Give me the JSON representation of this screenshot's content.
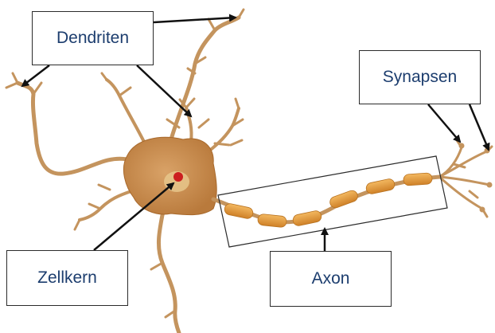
{
  "labels": {
    "dendriten": "Dendriten",
    "synapsen": "Synapsen",
    "zellkern": "Zellkern",
    "axon": "Axon"
  },
  "colors": {
    "label_text": "#1c3d6e",
    "cell_body": "#c98c4a",
    "dendrite": "#c4945e",
    "myelin": "#e8a045",
    "nucleus": "#cc1f1f",
    "arrow": "#111111"
  }
}
